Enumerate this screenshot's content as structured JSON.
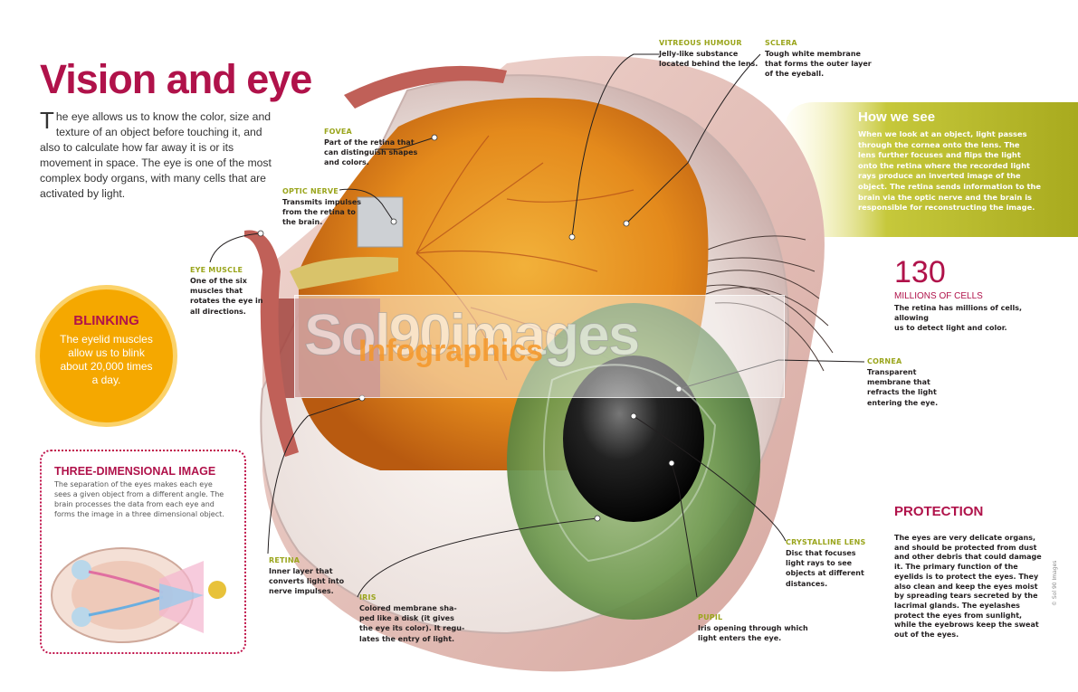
{
  "title": "Vision and eye",
  "intro": {
    "dropcap": "T",
    "text": "he eye allows us to know the color, size and texture of an object before touching it, and also to calculate how far away it is or its movement in space. The eye is one of the most complex body organs, with many cells that are activated by light."
  },
  "blinking": {
    "title": "BLINKING",
    "text": "The eyelid muscles\nallow us to blink\nabout 20,000 times\na day."
  },
  "three_d": {
    "title": "THREE-DIMENSIONAL IMAGE",
    "text": "The separation of the eyes makes each eye\nsees a given object from a different angle. The\nbrain processes the data from each eye and\nforms the image in a three dimensional object."
  },
  "how_we_see": {
    "title": "How we see",
    "text": "When we look at an object, light passes\nthrough the cornea onto the lens. The\nlens further focuses and flips the light\nonto the retina where the recorded light\nrays produce an inverted image of the\nobject. The retina sends information to the\nbrain via the optic nerve and the brain is\nresponsible for reconstructing the image."
  },
  "cells": {
    "number": "130",
    "unit": "MILLIONS OF CELLS",
    "text": "The retina has millions of cells, allowing\nus to detect light and color."
  },
  "protection": {
    "title": "PROTECTION",
    "text": "The eyes are very delicate organs,\nand should be protected from dust\nand other debris that could damage\nit. The primary function of the\neyelids is to protect the eyes. They\nalso clean and keep the eyes moist\nby spreading tears secreted by the\nlacrimal glands. The eyelashes\nprotect the eyes from sunlight,\nwhile the eyebrows keep the sweat\nout of the eyes."
  },
  "labels": {
    "vitreous": {
      "name": "VITREOUS HUMOUR",
      "desc": "Jelly-like substance\nlocated behind the lens."
    },
    "sclera": {
      "name": "SCLERA",
      "desc": "Tough white membrane\nthat forms the outer layer\nof the eyeball."
    },
    "fovea": {
      "name": "FOVEA",
      "desc": "Part of the retina that\ncan distinguish shapes\nand colors."
    },
    "optic_nerve": {
      "name": "OPTIC NERVE",
      "desc": "Transmits impulses\nfrom the retina to\nthe brain."
    },
    "eye_muscle": {
      "name": "EYE MUSCLE",
      "desc": "One of the six\nmuscles that\nrotates the eye in\nall directions."
    },
    "cornea": {
      "name": "CORNEA",
      "desc": "Transparent\nmembrane that\nrefracts the light\nentering the eye."
    },
    "crystalline_lens": {
      "name": "CRYSTALLINE LENS",
      "desc": "Disc that focuses\nlight rays to see\nobjects at different\ndistances."
    },
    "retina": {
      "name": "RETINA",
      "desc": "Inner layer that\nconverts light into\nnerve impulses."
    },
    "iris": {
      "name": "IRIS",
      "desc": "Colored membrane sha-\nped like a disk (it gives\nthe eye its color). It regu-\nlates the entry of light."
    },
    "pupil": {
      "name": "PUPIL",
      "desc": "Iris opening through which\nlight enters the eye."
    }
  },
  "watermark": {
    "brand": "Sol90images",
    "sub": "Infographics"
  },
  "credit": "© Sol 90 Images",
  "colors": {
    "accent": "#b0124a",
    "label_green": "#9aa51c",
    "blink_orange": "#f5a800",
    "how_box": "#b7bb2a"
  }
}
